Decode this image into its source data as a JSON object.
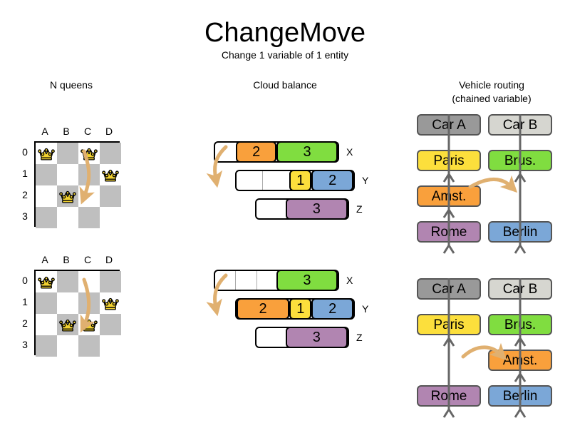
{
  "header": {
    "title": "ChangeMove",
    "subtitle": "Change 1 variable of 1 entity"
  },
  "columns": [
    {
      "id": "n-queens",
      "label": "N queens"
    },
    {
      "id": "cloud-balance",
      "label": "Cloud balance"
    },
    {
      "id": "vehicle-routing",
      "label_line1": "Vehicle routing",
      "label_line2": "(chained variable)"
    }
  ],
  "colors": {
    "orange": "#f9a03c",
    "green": "#80dd40",
    "yellow": "#fcdf3c",
    "blue": "#7ba7d7",
    "purple": "#b185b1",
    "gray_dark": "#999999",
    "gray_light": "#d6d6d0",
    "board_dark": "#bfbfbf",
    "board_light": "#ffffff",
    "arrow": "#e0b070",
    "queen": "#f2d230",
    "outline": "#000000"
  },
  "nqueens": {
    "files": [
      "A",
      "B",
      "C",
      "D"
    ],
    "ranks": [
      "0",
      "1",
      "2",
      "3"
    ],
    "before": {
      "queens": [
        {
          "file": 0,
          "rank": 0
        },
        {
          "file": 2,
          "rank": 0
        },
        {
          "file": 3,
          "rank": 1
        },
        {
          "file": 1,
          "rank": 2
        }
      ],
      "move": {
        "from_file": 2,
        "from_rank": 0,
        "to_file": 2,
        "to_rank": 2
      }
    },
    "after": {
      "queens": [
        {
          "file": 0,
          "rank": 0
        },
        {
          "file": 3,
          "rank": 1
        },
        {
          "file": 1,
          "rank": 2
        },
        {
          "file": 2,
          "rank": 2
        }
      ],
      "move": {
        "from_file": 2,
        "from_rank": 0,
        "to_file": 2,
        "to_rank": 2
      }
    }
  },
  "cloud": {
    "before": [
      {
        "label": "X",
        "segments": [
          {
            "value": "",
            "color": "",
            "width": 30,
            "filled": false
          },
          {
            "value": "2",
            "color": "#f9a03c",
            "width": 58,
            "filled": true
          },
          {
            "value": "3",
            "color": "#80dd40",
            "width": 88,
            "filled": true
          }
        ]
      },
      {
        "label": "Y",
        "segments": [
          {
            "value": "",
            "color": "",
            "width": 38,
            "filled": false
          },
          {
            "value": "",
            "color": "",
            "width": 38,
            "filled": false
          },
          {
            "value": "1",
            "color": "#fcdf3c",
            "width": 32,
            "filled": true
          },
          {
            "value": "2",
            "color": "#7ba7d7",
            "width": 60,
            "filled": true
          }
        ]
      },
      {
        "label": "Z",
        "segments": [
          {
            "value": "",
            "color": "",
            "width": 42,
            "filled": false
          },
          {
            "value": "3",
            "color": "#b185b1",
            "width": 90,
            "filled": true
          }
        ]
      }
    ],
    "after": [
      {
        "label": "X",
        "segments": [
          {
            "value": "",
            "color": "",
            "width": 30,
            "filled": false
          },
          {
            "value": "",
            "color": "",
            "width": 30,
            "filled": false
          },
          {
            "value": "",
            "color": "",
            "width": 28,
            "filled": false
          },
          {
            "value": "3",
            "color": "#80dd40",
            "width": 88,
            "filled": true
          }
        ]
      },
      {
        "label": "Y",
        "segments": [
          {
            "value": "2",
            "color": "#f9a03c",
            "width": 76,
            "filled": true
          },
          {
            "value": "1",
            "color": "#fcdf3c",
            "width": 32,
            "filled": true
          },
          {
            "value": "2",
            "color": "#7ba7d7",
            "width": 60,
            "filled": true
          }
        ]
      },
      {
        "label": "Z",
        "segments": [
          {
            "value": "",
            "color": "",
            "width": 42,
            "filled": false
          },
          {
            "value": "3",
            "color": "#b185b1",
            "width": 90,
            "filled": true
          }
        ]
      }
    ],
    "moved_segment": "2"
  },
  "routing": {
    "before": {
      "chain_a": [
        "Car A",
        "Paris",
        "Amst.",
        "Rome"
      ],
      "chain_b": [
        "Car B",
        "Brus.",
        "Berlin"
      ],
      "moved_node": "Amst."
    },
    "after": {
      "chain_a": [
        "Car A",
        "Paris",
        "Rome"
      ],
      "chain_b": [
        "Car B",
        "Brus.",
        "Amst.",
        "Berlin"
      ],
      "moved_node": "Amst."
    },
    "node_colors": {
      "Car A": "#999999",
      "Car B": "#d6d6d0",
      "Paris": "#fcdf3c",
      "Brus.": "#80dd40",
      "Amst.": "#f9a03c",
      "Rome": "#b185b1",
      "Berlin": "#7ba7d7"
    }
  }
}
